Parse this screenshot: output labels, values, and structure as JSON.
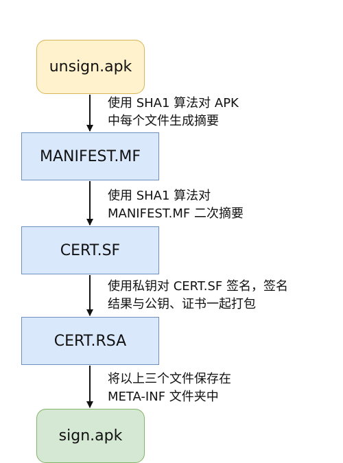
{
  "nodes": [
    {
      "id": "start",
      "label": "unsign.apk",
      "fill": "#fff2cc",
      "stroke": "#d6b656"
    },
    {
      "id": "mf",
      "label": "MANIFEST.MF",
      "fill": "#dae8fc",
      "stroke": "#6c8ebf"
    },
    {
      "id": "sf",
      "label": "CERT.SF",
      "fill": "#dae8fc",
      "stroke": "#6c8ebf"
    },
    {
      "id": "rsa",
      "label": "CERT.RSA",
      "fill": "#dae8fc",
      "stroke": "#6c8ebf"
    },
    {
      "id": "end",
      "label": "sign.apk",
      "fill": "#d5e8d4",
      "stroke": "#82b366"
    }
  ],
  "edges": [
    {
      "from": "start",
      "to": "mf",
      "lines": [
        "使用 SHA1 算法对 APK",
        "中每个文件生成摘要"
      ]
    },
    {
      "from": "mf",
      "to": "sf",
      "lines": [
        "使用 SHA1 算法对",
        "MANIFEST.MF 二次摘要"
      ]
    },
    {
      "from": "sf",
      "to": "rsa",
      "lines": [
        "使用私钥对 CERT.SF 签名，签名",
        "结果与公钥、证书一起打包"
      ]
    },
    {
      "from": "rsa",
      "to": "end",
      "lines": [
        "将以上三个文件保存在",
        "META-INF 文件夹中"
      ]
    }
  ]
}
